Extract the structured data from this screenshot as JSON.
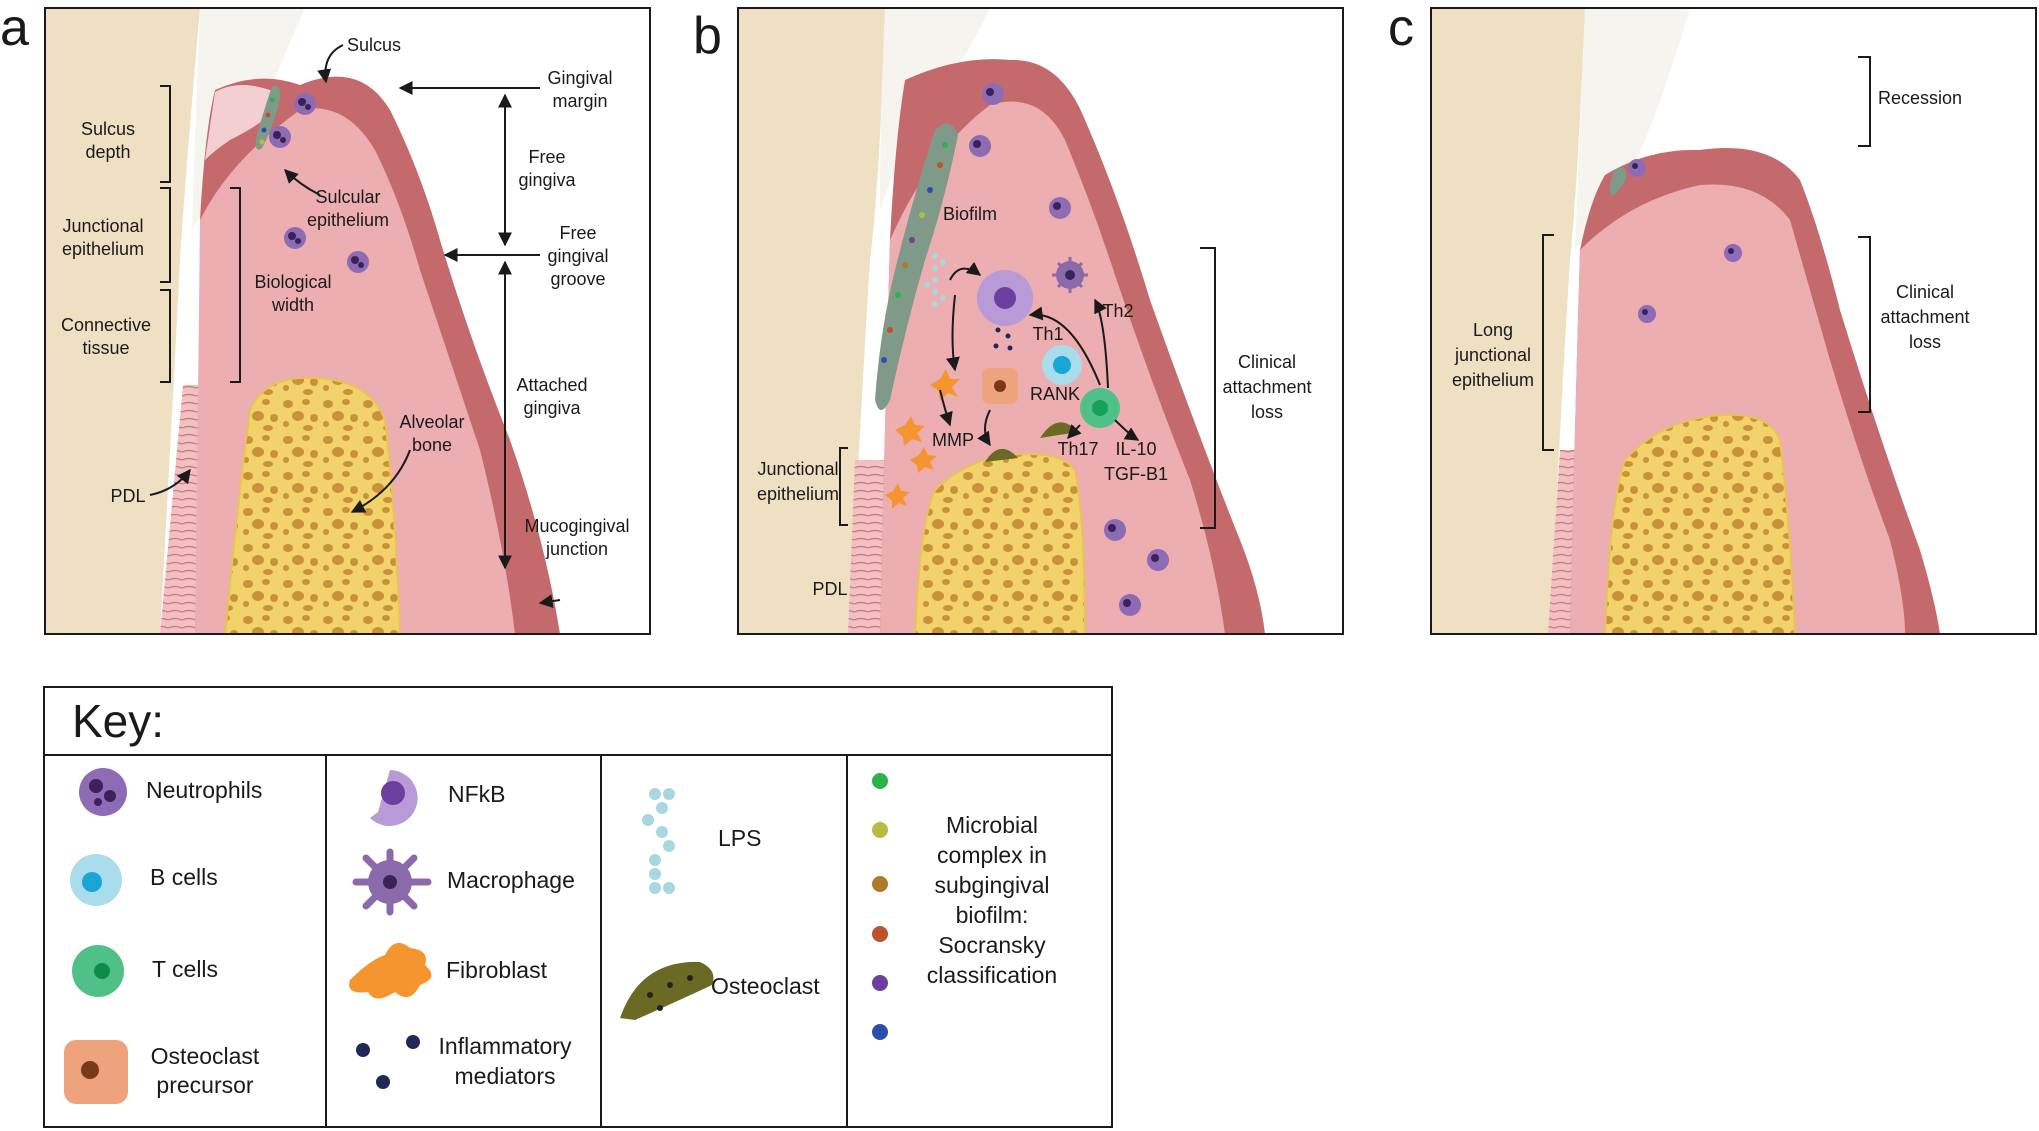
{
  "panels": {
    "a": {
      "letter": "a",
      "labels": {
        "sulcus": "Sulcus",
        "gingival_margin_1": "Gingival",
        "gingival_margin_2": "margin",
        "sulcus_depth_1": "Sulcus",
        "sulcus_depth_2": "depth",
        "free_gingiva_1": "Free",
        "free_gingiva_2": "gingiva",
        "sulcular_epithelium_1": "Sulcular",
        "sulcular_epithelium_2": "epithelium",
        "junctional_epithelium_1": "Junctional",
        "junctional_epithelium_2": "epithelium",
        "free_gingival_groove_1": "Free",
        "free_gingival_groove_2": "gingival",
        "free_gingival_groove_3": "groove",
        "biological_width_1": "Biological",
        "biological_width_2": "width",
        "connective_tissue_1": "Connective",
        "connective_tissue_2": "tissue",
        "attached_gingiva_1": "Attached",
        "attached_gingiva_2": "gingiva",
        "alveolar_bone_1": "Alveolar",
        "alveolar_bone_2": "bone",
        "pdl": "PDL",
        "mucogingival_junction_1": "Mucogingival",
        "mucogingival_junction_2": "junction"
      }
    },
    "b": {
      "letter": "b",
      "labels": {
        "biofilm": "Biofilm",
        "th2": "Th2",
        "th1": "Th1",
        "rank": "RANK",
        "th17": "Th17",
        "il10": "IL-10",
        "tgfb1": "TGF-B1",
        "mmp": "MMP",
        "clinical_1": "Clinical",
        "clinical_2": "attachment",
        "clinical_3": "loss",
        "junctional_1": "Junctional",
        "junctional_2": "epithelium",
        "pdl": "PDL"
      }
    },
    "c": {
      "letter": "c",
      "labels": {
        "recession": "Recession",
        "clinical_1": "Clinical",
        "clinical_2": "attachment",
        "clinical_3": "loss",
        "long_1": "Long",
        "long_2": "junctional",
        "long_3": "epithelium"
      }
    }
  },
  "key": {
    "title": "Key:",
    "col1": {
      "neutrophils": "Neutrophils",
      "bcells": "B  cells",
      "tcells": "T  cells",
      "oc_precursor_1": "Osteoclast",
      "oc_precursor_2": "precursor"
    },
    "col2": {
      "nfkb": "NFkB",
      "macrophage": "Macrophage",
      "fibroblast": "Fibroblast",
      "inflam_1": "Inflammatory",
      "inflam_2": "mediators"
    },
    "col3": {
      "lps": "LPS",
      "osteoclast": "Osteoclast"
    },
    "col4": {
      "microbial_1": "Microbial",
      "microbial_2": "complex in",
      "microbial_3": "subgingival",
      "microbial_4": "biofilm:",
      "microbial_5": "Socransky",
      "microbial_6": "classification",
      "complex_colors": [
        "#2bb24c",
        "#b5bd3f",
        "#b07a2a",
        "#c0522a",
        "#6a3fa0",
        "#2a4fa8"
      ]
    }
  },
  "colors": {
    "tooth": "#efe0c4",
    "enamel": "#f6f4ef",
    "gingiva_outer": "#c46a6c",
    "gingiva_inner": "#ecaeb1",
    "bone": "#f2d26a",
    "bone_pore": "#c9913a",
    "neutrophil": "#8e6bb5",
    "bcell": "#a9dcec",
    "tcell": "#4fc088",
    "nfkb": "#b89ad6",
    "macrophage": "#8a6aab",
    "fibroblast": "#f5952f",
    "mediator": "#23275a",
    "lps": "#a8d7df",
    "osteoclast": "#6a6a25",
    "oc_precursor": "#eea27e"
  }
}
